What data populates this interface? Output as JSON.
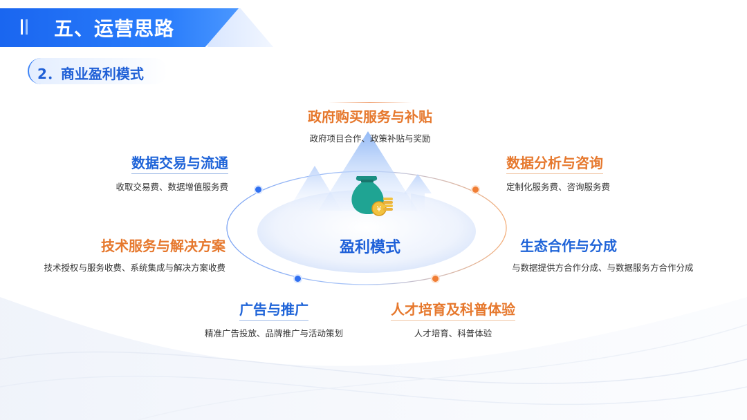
{
  "header": {
    "title": "五、运营思路"
  },
  "subtitle": "2．商业盈利模式",
  "center": {
    "label": "盈利模式",
    "icon": "money-bag-icon"
  },
  "colors": {
    "blue": "#1e63d8",
    "orange": "#e6782d"
  },
  "items": {
    "gov": {
      "title": "政府购买服务与补贴",
      "desc": "政府项目合作、政策补贴与奖励"
    },
    "data_trade": {
      "title": "数据交易与流通",
      "desc": "收取交易费、数据增值服务费"
    },
    "data_analysis": {
      "title": "数据分析与咨询",
      "desc": "定制化服务费、咨询服务费"
    },
    "tech": {
      "title": "技术服务与解决方案",
      "desc": "技术授权与服务收费、系统集成与解决方案收费"
    },
    "eco": {
      "title": "生态合作与分成",
      "desc": "与数据提供方合作分成、与数据服务方合作分成"
    },
    "ads": {
      "title": "广告与推广",
      "desc": "精准广告投放、品牌推广与活动策划"
    },
    "talent": {
      "title": "人才培育及科普体验",
      "desc": "人才培育、科普体验"
    }
  }
}
